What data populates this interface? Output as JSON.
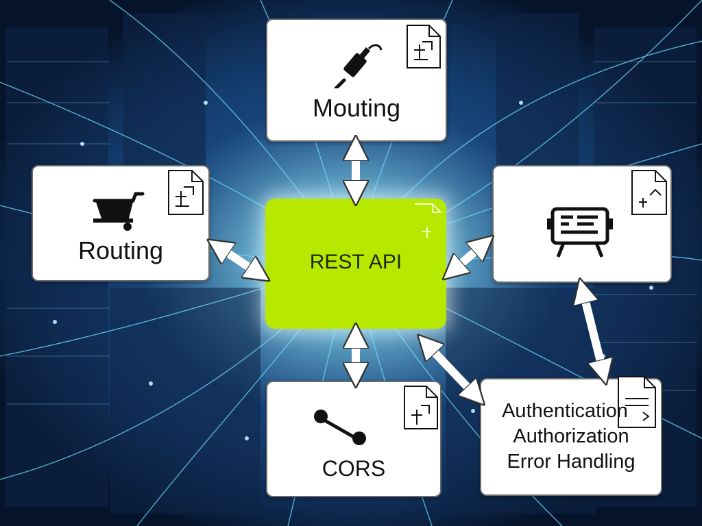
{
  "center": {
    "label": "REST API",
    "color": "#b7e800"
  },
  "nodes": {
    "top": {
      "label": "Mouting",
      "icon": "hammer-icon"
    },
    "left": {
      "label": "Routing",
      "icon": "cart-icon"
    },
    "right": {
      "label": "",
      "icon": "monitor-icon"
    },
    "bottom": {
      "label": "CORS",
      "icon": "connection-icon"
    },
    "auth": {
      "lines": [
        "Authentication",
        "Authorization",
        "Error Handling"
      ]
    }
  },
  "colors": {
    "background": "#0b1a33",
    "glow": "#3fd0ff",
    "box": "#ffffff",
    "arrow": "#ffffff"
  }
}
